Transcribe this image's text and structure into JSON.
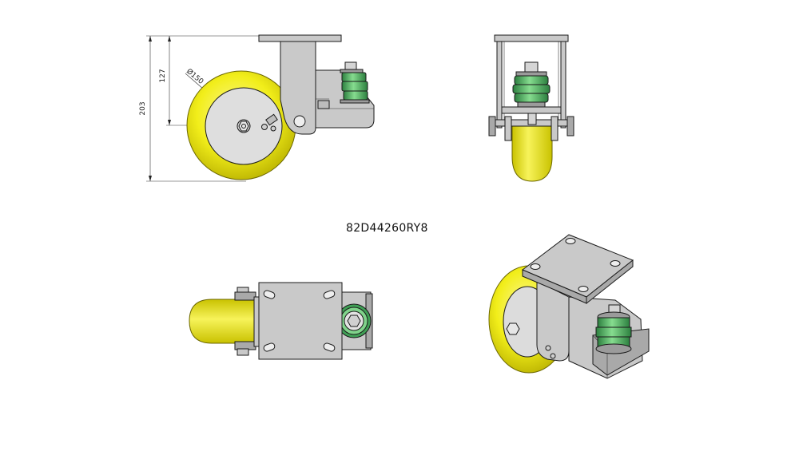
{
  "part_number": "82D44260RY8",
  "dimensions": {
    "overall_height": "203",
    "axle_height": "127",
    "wheel_diameter": "Ø150"
  },
  "colors": {
    "wheel": "#f2ee1a",
    "metal": "#c9c9c9",
    "spring": "#3f9f55",
    "hub": "#dcdcdc"
  }
}
